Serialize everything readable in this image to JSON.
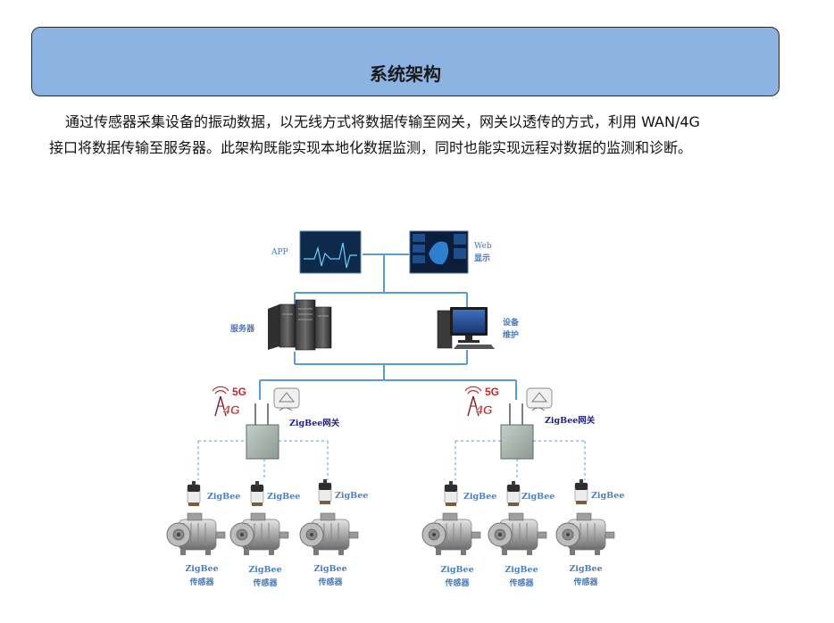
{
  "header": {
    "title": "系统架构"
  },
  "description": {
    "line1": "通过传感器采集设备的振动数据，以无线方式将数据传输至网关，网关以透传的方式，利用 WAN/4G",
    "line2": "接口将数据传输至服务器。此架构既能实现本地化数据监测，同时也能实现远程对数据的监测和诊断。"
  },
  "diagram": {
    "app_label": "APP",
    "web_label_1": "Web",
    "web_label_2": "显示",
    "server_label": "服务器",
    "maintenance_label_1": "设备",
    "maintenance_label_2": "维护",
    "signal_5g": "5G",
    "signal_4g": "4G",
    "gateway_label": "ZigBee网关",
    "zigbee_label": "ZigBee",
    "sensor_label_1": "ZigBee",
    "sensor_label_2": "传感器",
    "line_color": "#5b9bd5",
    "signal_red": "#c0282e"
  }
}
